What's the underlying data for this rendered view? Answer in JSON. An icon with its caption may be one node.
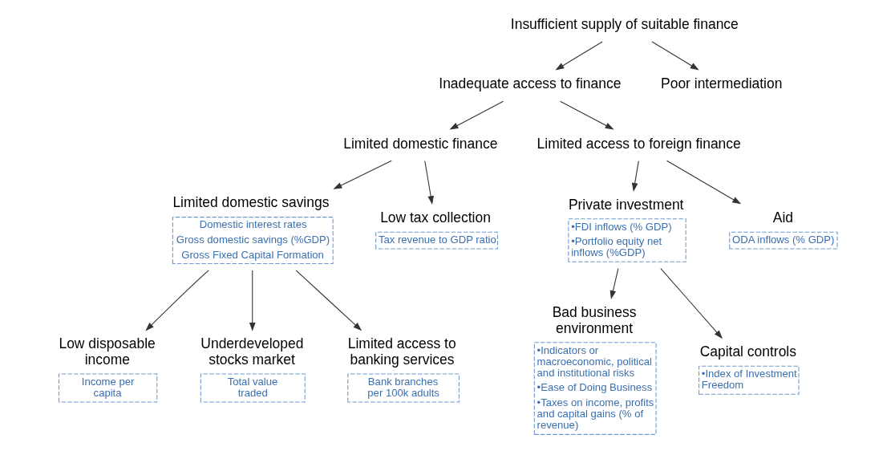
{
  "diagram": {
    "nodes": [
      {
        "text": [
          "Insufficient supply of suitable finance"
        ]
      },
      {
        "text": [
          "Inadequate access to finance"
        ]
      },
      {
        "text": [
          "Poor intermediation"
        ]
      },
      {
        "text": [
          "Limited domestic finance"
        ]
      },
      {
        "text": [
          "Limited access to foreign finance"
        ]
      },
      {
        "text": [
          "Limited domestic savings",
          "Domestic interest rates",
          "Gross domestic savings (%GDP)",
          "Gross Fixed Capital Formation"
        ]
      },
      {
        "text": [
          "Low tax collection",
          "Tax revenue to GDP ratio"
        ]
      },
      {
        "text": [
          "Private investment",
          "•FDI inflows (% GDP)",
          "•Portfolio equity net inflows (%GDP)"
        ]
      },
      {
        "text": [
          "Aid",
          "ODA inflows (% GDP)"
        ]
      },
      {
        "text": [
          "Low disposable income",
          "Income per capita"
        ]
      },
      {
        "text": [
          "Underdeveloped stocks market",
          "Total value traded"
        ]
      },
      {
        "text": [
          "Limited access to banking services",
          "Bank branches per 100k adults"
        ]
      },
      {
        "text": [
          "Bad business environment",
          "•Indicators or macroeconomic, political and institutional risks",
          "•Ease of Doing Business",
          "•Taxes on income, profits and capital gains (% of revenue)"
        ]
      },
      {
        "text": [
          "Capital controls",
          "•Index of Investment Freedom"
        ]
      }
    ],
    "edges": [
      {
        "from": 0,
        "to": 1,
        "arrow": "to"
      },
      {
        "from": 0,
        "to": 2,
        "arrow": "to"
      },
      {
        "from": 1,
        "to": 3,
        "arrow": "to"
      },
      {
        "from": 1,
        "to": 4,
        "arrow": "to"
      },
      {
        "from": 3,
        "to": 5,
        "arrow": "to"
      },
      {
        "from": 3,
        "to": 6,
        "arrow": "to"
      },
      {
        "from": 4,
        "to": 7,
        "arrow": "to"
      },
      {
        "from": 4,
        "to": 8,
        "arrow": "to"
      },
      {
        "from": 5,
        "to": 9,
        "arrow": "to"
      },
      {
        "from": 5,
        "to": 10,
        "arrow": "to"
      },
      {
        "from": 5,
        "to": 11,
        "arrow": "to"
      },
      {
        "from": 7,
        "to": 12,
        "arrow": "to"
      },
      {
        "from": 7,
        "to": 13,
        "arrow": "to"
      }
    ]
  }
}
